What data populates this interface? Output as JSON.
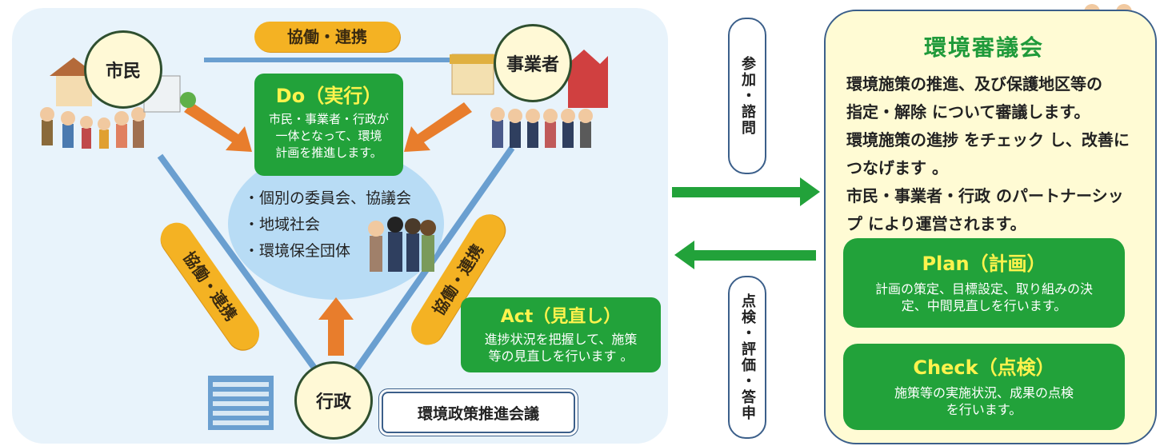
{
  "left": {
    "top_collab": "協働・連携",
    "left_collab": "協働・連携",
    "right_collab": "協働・連携",
    "citizen": "市民",
    "business": "事業者",
    "government": "行政",
    "do_box": {
      "title": "Do（実行）",
      "desc": [
        "市民・事業者・行政が",
        "一体となって、環境",
        "計画を推進します。"
      ]
    },
    "bullets": [
      "・個別の委員会、協議会",
      "・地域社会",
      "・環境保全団体"
    ],
    "act_box": {
      "title": "Act（見直し）",
      "desc": [
        "進捗状況を把握して、施策",
        "等の見直しを行います 。"
      ]
    },
    "council_box": "環境政策推進会議"
  },
  "middle": {
    "top_pill": "参加・諮問",
    "bottom_pill": "点検・評価・答申"
  },
  "right": {
    "title": "環境審議会",
    "desc": [
      "環境施策の推進、及び保護地区等の",
      "指定・解除 について審議します。",
      "環境施策の進捗 をチェック し、改善に",
      "つなげます 。",
      "市民・事業者・行政 のパートナーシッ",
      "プ により運営されます。"
    ],
    "plan_box": {
      "title": "Plan（計画）",
      "desc": [
        "計画の策定、目標設定、取り組みの決",
        "定、中間見直しを行います。"
      ]
    },
    "check_box": {
      "title": "Check（点検）",
      "desc": [
        "施策等の実施状況、成果の点検",
        "を行います。"
      ]
    }
  },
  "colors": {
    "green": "#22a23a",
    "yellow_pill": "#f4b223",
    "blue_line": "#6a9fd0",
    "orange_arrow": "#e87d2c",
    "title_green": "#1f9a3a"
  }
}
